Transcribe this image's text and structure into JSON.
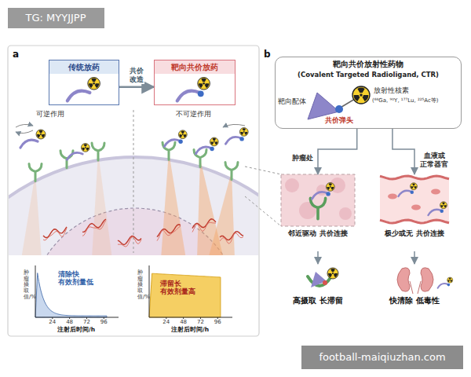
{
  "diagram": {
    "nodes": [
      {
        "text": [
          "传统放药"
        ]
      },
      {
        "text": [
          "靶向共价放药"
        ]
      },
      {
        "text": [
          "靶向共价放射性药物",
          "(Covalent Targeted Radioligand, CTR)"
        ]
      },
      {
        "text": [
          "邻近驱动 共价连接"
        ]
      },
      {
        "text": [
          "极少或无 共价连接"
        ]
      },
      {
        "text": [
          "高摄取 长滞留"
        ]
      },
      {
        "text": [
          "快清除 低毒性"
        ]
      }
    ],
    "edges": [
      {
        "from": 0,
        "to": 1,
        "label": "共价 改造",
        "arrow": "to"
      },
      {
        "from": 2,
        "to": 3,
        "label": "肿瘤处",
        "arrow": "to"
      },
      {
        "from": 2,
        "to": 4,
        "label": "血液或 正常器官",
        "arrow": "to"
      },
      {
        "from": 3,
        "to": 5,
        "arrow": "to"
      },
      {
        "from": 4,
        "to": 6,
        "arrow": "to"
      }
    ],
    "labels": [
      "TG: MYYJJPP",
      "a",
      "可逆作用",
      "不可逆作用",
      "清除快 有效剂量低",
      "肿瘤摄取值/%",
      "24",
      "48",
      "72",
      "96",
      "注射后时间/h",
      "滞留长 有效剂量高",
      "肿瘤摄取值/%",
      "24",
      "48",
      "72",
      "96",
      "注射后时间/h",
      "b",
      "靶向配体",
      "放射性核素",
      "(⁶⁸Ga, ⁹⁰Y, ¹⁷⁷Lu, ²²⁵Ac等)",
      "共价弹头",
      "football-maiqiuzhan.com"
    ]
  }
}
